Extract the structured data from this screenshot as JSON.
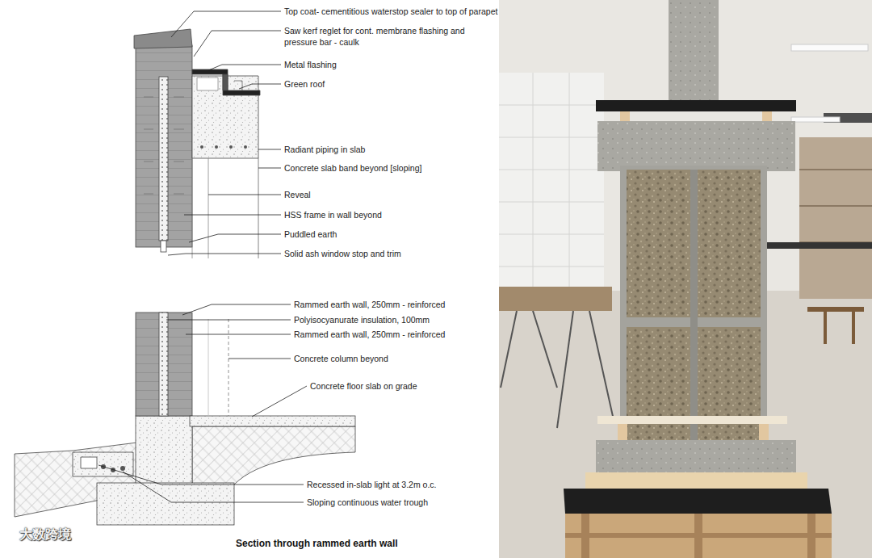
{
  "diagram": {
    "caption": "Section through rammed earth wall",
    "labels": [
      "Top coat- cementitious waterstop sealer to top of parapet",
      "Saw kerf reglet for cont. membrane flashing and pressure bar - caulk",
      "Metal flashing",
      "Green roof",
      "Radiant piping in slab",
      "Concrete slab band beyond [sloping]",
      "Reveal",
      "HSS frame in wall beyond",
      "Puddled earth",
      "Solid ash window stop and trim",
      "Rammed earth wall, 250mm - reinforced",
      "Polyisocyanurate insulation, 100mm",
      "Rammed earth wall, 250mm - reinforced",
      "Concrete column beyond",
      "Concrete floor slab on grade",
      "Recessed in-slab light at 3.2m o.c.",
      "Sloping continuous water trough",
      "大数跨境"
    ]
  }
}
